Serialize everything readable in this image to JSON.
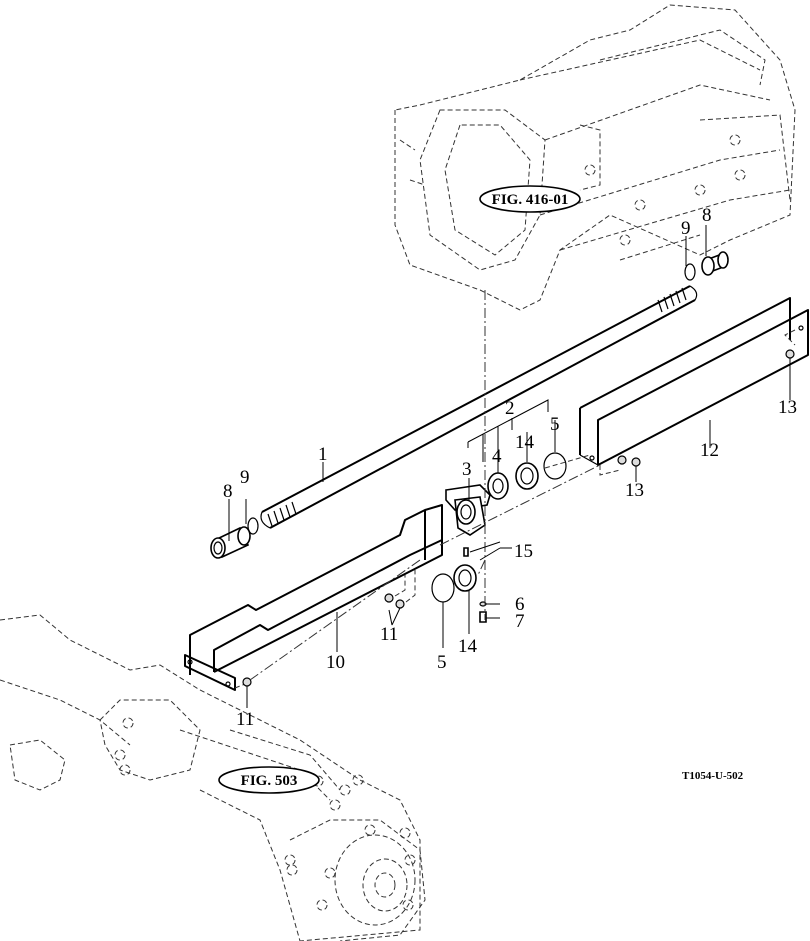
{
  "diagram": {
    "drawing_code": "T1054-U-502",
    "references": [
      {
        "id": "fig-416-01",
        "label": "FIG. 416-01"
      },
      {
        "id": "fig-503",
        "label": "FIG. 503"
      }
    ],
    "callouts": {
      "c1": "1",
      "c2": "2",
      "c3": "3",
      "c4": "4",
      "c5a": "5",
      "c5b": "5",
      "c6": "6",
      "c7": "7",
      "c8a": "8",
      "c8b": "8",
      "c9a": "9",
      "c9b": "9",
      "c10": "10",
      "c11a": "11",
      "c11b": "11",
      "c12": "12",
      "c13a": "13",
      "c13b": "13",
      "c14a": "14",
      "c14b": "14",
      "c15": "15"
    }
  }
}
